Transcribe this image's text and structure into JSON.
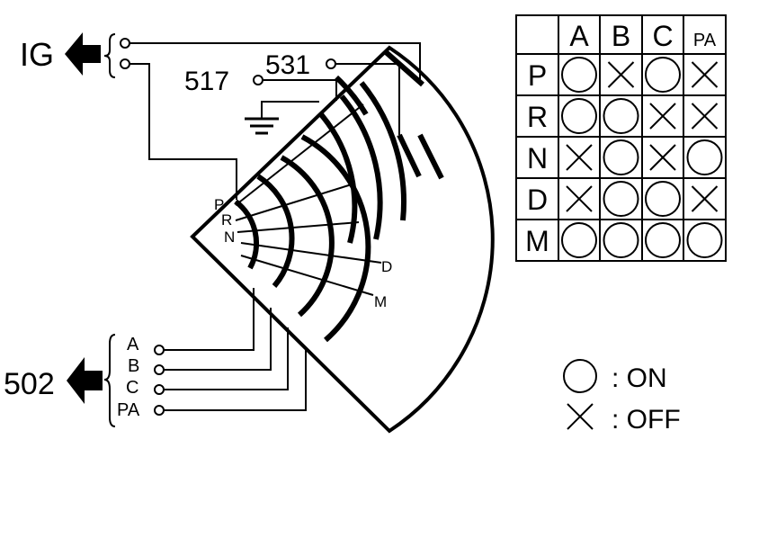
{
  "connectors": {
    "ig": {
      "label": "IG"
    },
    "ref_502": {
      "label": "502"
    },
    "ref_517": {
      "label": "517"
    },
    "ref_531": {
      "label": "531"
    }
  },
  "outputs": [
    "A",
    "B",
    "C",
    "PA"
  ],
  "dial_positions": [
    "P",
    "R",
    "N",
    "D",
    "M"
  ],
  "table": {
    "columns": [
      "A",
      "B",
      "C",
      "PA"
    ],
    "rows": [
      {
        "label": "P",
        "states": [
          "on",
          "off",
          "on",
          "off"
        ]
      },
      {
        "label": "R",
        "states": [
          "on",
          "on",
          "off",
          "off"
        ]
      },
      {
        "label": "N",
        "states": [
          "off",
          "on",
          "off",
          "on"
        ]
      },
      {
        "label": "D",
        "states": [
          "off",
          "on",
          "on",
          "off"
        ]
      },
      {
        "label": "M",
        "states": [
          "on",
          "on",
          "on",
          "on"
        ]
      }
    ]
  },
  "legend": {
    "on_label": ": ON",
    "off_label": ": OFF"
  }
}
